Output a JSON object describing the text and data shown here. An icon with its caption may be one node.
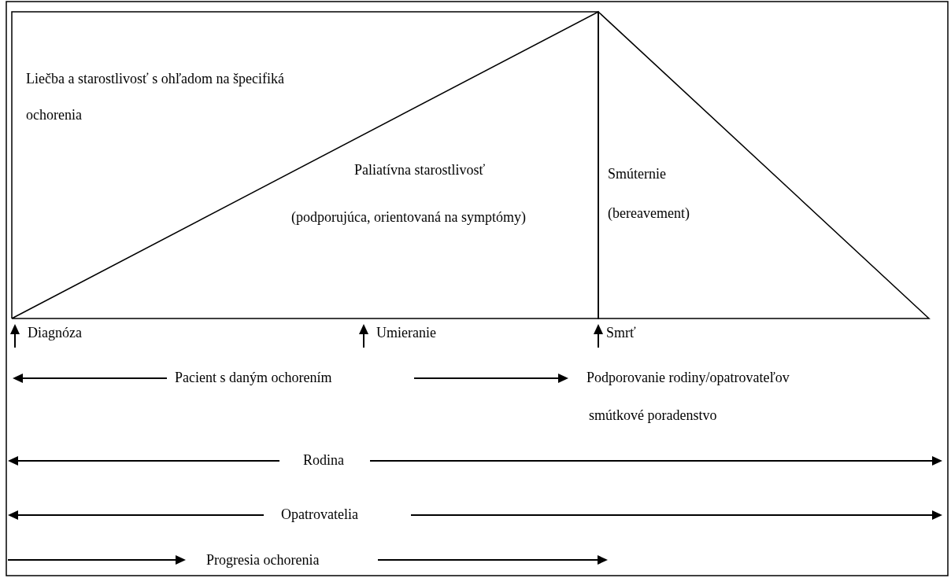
{
  "diagram": {
    "nodes": [
      {
        "text": [
          "Liečba a starostlivosť s ohľadom na špecifiká ochorenia"
        ]
      },
      {
        "text": [
          "Paliatívna starostlivosť",
          "(podporujúca, orientovaná na symptómy)"
        ]
      },
      {
        "text": [
          "Smúternie",
          "(bereavement)"
        ]
      }
    ],
    "labels": [
      "Diagnóza",
      "Umieranie",
      "Smrť",
      "Pacient s daným ochorením",
      "Podporovanie rodiny/opatrovateľov",
      "smútkové poradenstvo",
      "Rodina",
      "Opatrovatelia",
      "Progresia ochorenia"
    ]
  }
}
